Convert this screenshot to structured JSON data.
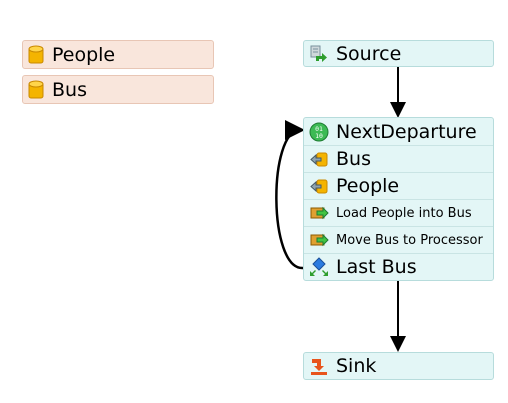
{
  "labels": [
    {
      "text": "People",
      "icon": "database-icon"
    },
    {
      "text": "Bus",
      "icon": "database-icon"
    }
  ],
  "source": {
    "text": "Source",
    "icon": "source-icon"
  },
  "main_node": {
    "rows": [
      {
        "text": "NextDeparture",
        "icon": "binary-variable-icon"
      },
      {
        "text": "Bus",
        "icon": "list-pull-icon"
      },
      {
        "text": "People",
        "icon": "list-pull-icon"
      },
      {
        "text": "Load People into Bus",
        "icon": "load-activity-icon"
      },
      {
        "text": "Move Bus to Processor",
        "icon": "move-activity-icon"
      },
      {
        "text": "Last Bus",
        "icon": "decide-icon"
      }
    ]
  },
  "sink": {
    "text": "Sink",
    "icon": "sink-icon"
  },
  "colors": {
    "label_bg": "#f9e6dc",
    "node_bg": "#e3f6f6",
    "database_icon": "#f4b400",
    "arrow_green": "#2e9e2e",
    "sink_orange": "#e8541c",
    "decide_blue": "#2b7be0"
  }
}
